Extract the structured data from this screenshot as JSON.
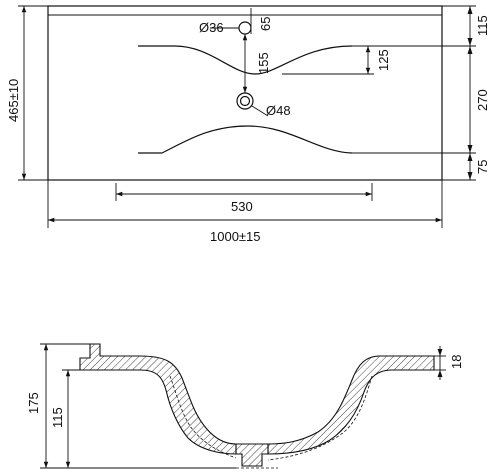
{
  "dimensions": {
    "hole_tap_diameter": "Ø36",
    "hole_tap_offset": "65",
    "tap_to_drain": "155",
    "bowl_depth_mark": "125",
    "drain_diameter": "Ø48",
    "depth_total": "465±10",
    "right_top": "115",
    "right_mid": "270",
    "right_bottom": "75",
    "bowl_width": "530",
    "overall_width": "1000±15",
    "section_height": "175",
    "section_inner_height": "115",
    "rim_thickness": "18"
  }
}
